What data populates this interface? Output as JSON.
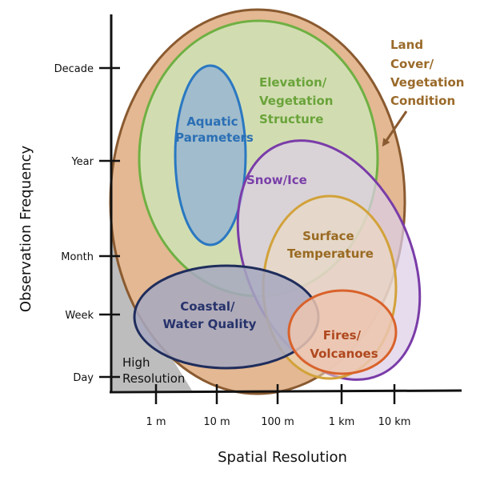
{
  "axes": {
    "x_title": "Spatial Resolution",
    "y_title": "Observation Frequency",
    "x_ticks": [
      "1 m",
      "10 m",
      "100 m",
      "1 km",
      "10 km"
    ],
    "y_ticks": [
      "Decade",
      "Year",
      "Month",
      "Week",
      "Day"
    ]
  },
  "regions": {
    "high_res": {
      "line1": "High",
      "line2": "Resolution",
      "color": "#bdbdbd"
    },
    "land_cover": {
      "lines": [
        "Land",
        "Cover/",
        "Vegetation",
        "Condition"
      ],
      "color": "#9a6a2a",
      "fill": "#e3b892",
      "stroke": "#8a5a30"
    },
    "elevation": {
      "lines": [
        "Elevation/",
        "Vegetation",
        "Structure"
      ],
      "color": "#6aa33a",
      "fill": "#cfe0b4",
      "stroke": "#6fb043"
    },
    "aquatic": {
      "lines": [
        "Aquatic",
        "Parameters"
      ],
      "color": "#2a6fb5",
      "fill": "#9bb8cf",
      "stroke": "#2a78c2"
    },
    "snow_ice": {
      "lines": [
        "Snow/Ice"
      ],
      "color": "#7a3fa8",
      "fill": "#dccfe8",
      "stroke": "#7a3ca8"
    },
    "surface_temp": {
      "lines": [
        "Surface",
        "Temperature"
      ],
      "color": "#9a6a22",
      "fill": "#efdcc0",
      "stroke": "#d2a23a"
    },
    "coastal": {
      "lines": [
        "Coastal/",
        "Water Quality"
      ],
      "color": "#26336b",
      "fill": "#a7a8c0",
      "stroke": "#1f2d5c"
    },
    "fires": {
      "lines": [
        "Fires/",
        "Volcanoes"
      ],
      "color": "#b0481e",
      "fill": "#ecc6b0",
      "stroke": "#d9622b"
    }
  }
}
